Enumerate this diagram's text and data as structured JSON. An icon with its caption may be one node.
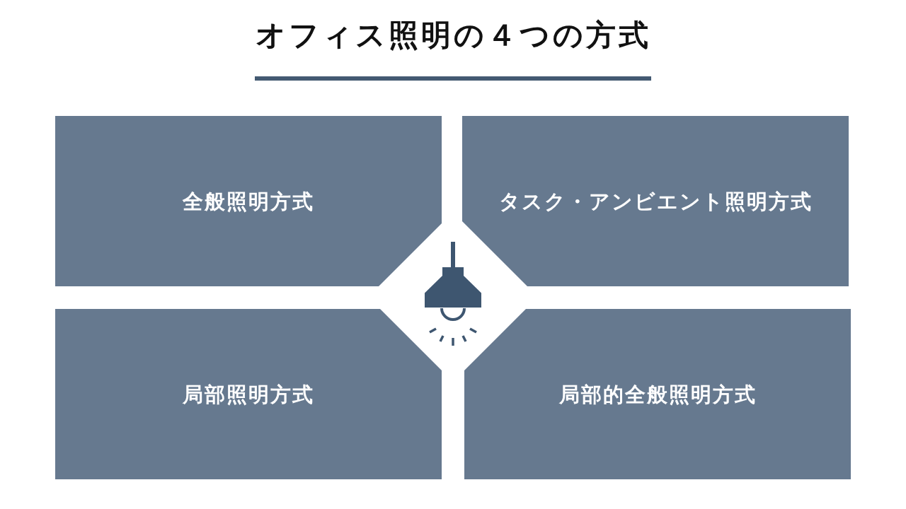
{
  "diagram": {
    "title": "オフィス照明の４つの方式",
    "nodes": [
      {
        "text": [
          "全般照明方式"
        ]
      },
      {
        "text": [
          "タスク・アンビエント照明方式"
        ]
      },
      {
        "text": [
          "局部照明方式"
        ]
      },
      {
        "text": [
          "局部的全般照明方式"
        ]
      }
    ]
  }
}
